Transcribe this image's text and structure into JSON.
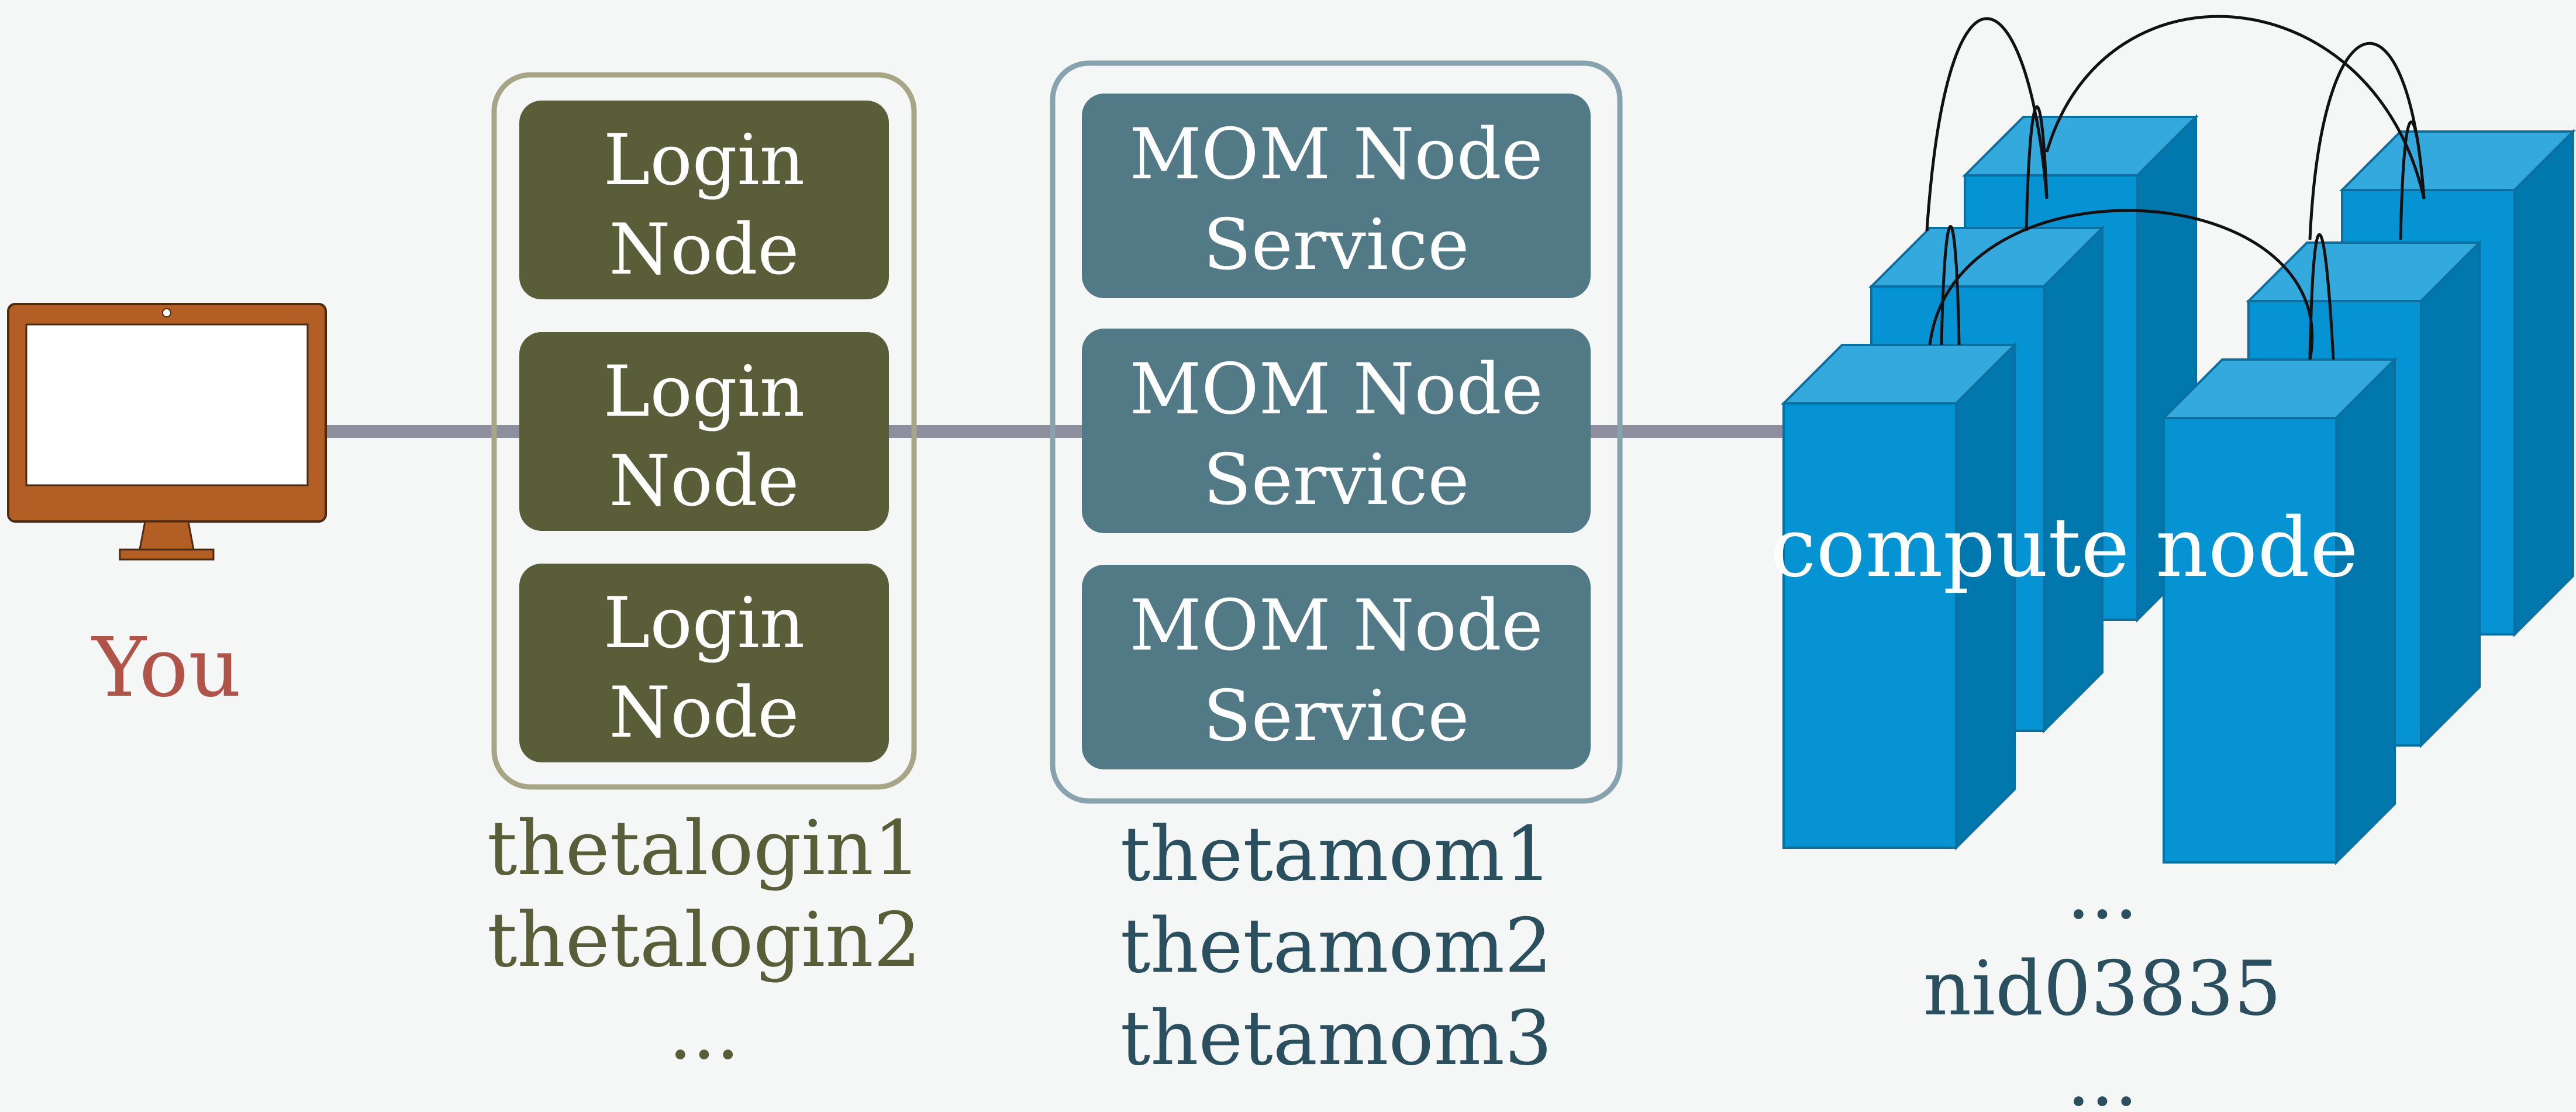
{
  "client": {
    "label": "You"
  },
  "login_group": {
    "nodes": [
      {
        "line1": "Login",
        "line2": "Node"
      },
      {
        "line1": "Login",
        "line2": "Node"
      },
      {
        "line1": "Login",
        "line2": "Node"
      }
    ],
    "hosts": [
      "thetalogin1",
      "thetalogin2",
      "..."
    ]
  },
  "mom_group": {
    "nodes": [
      {
        "line1": "MOM Node",
        "line2": "Service"
      },
      {
        "line1": "MOM Node",
        "line2": "Service"
      },
      {
        "line1": "MOM Node",
        "line2": "Service"
      }
    ],
    "hosts": [
      "thetamom1",
      "thetamom2",
      "thetamom3"
    ]
  },
  "compute": {
    "label": "compute node",
    "hosts": [
      "...",
      "nid03835",
      "..."
    ]
  },
  "colors": {
    "background": "#f5f6f6",
    "monitor": "#b35e24",
    "you_text": "#b0544a",
    "login_fill": "#5a5e38",
    "login_border": "#a8a486",
    "login_text": "#5a5e38",
    "mom_fill": "#527a86",
    "mom_border": "#87a3ae",
    "mom_text": "#2a4f5e",
    "compute_front": "#0693d4",
    "compute_top": "#34a9de",
    "compute_side": "#0077ad",
    "link": "#8e8f9e"
  },
  "icons": [
    "monitor-icon",
    "server-tower-icon"
  ]
}
